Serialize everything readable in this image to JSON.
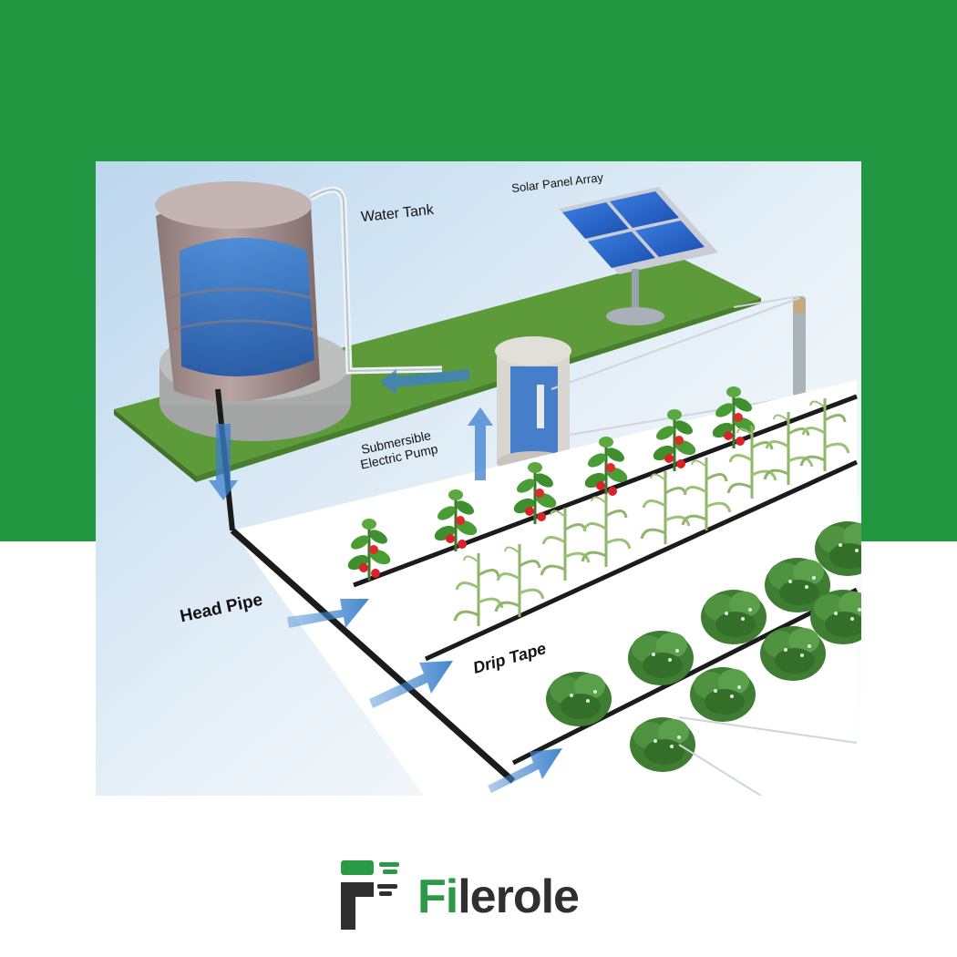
{
  "colors": {
    "brand_green": "#229742",
    "logo_dark": "#2f2f2f",
    "logo_green": "#2a9a46",
    "water_blue": "#2e78c6",
    "grass_green": "#5c9a3a"
  },
  "labels": {
    "water_tank": "Water Tank",
    "solar_panel_array": "Solar Panel Array",
    "pump_line1": "Submersible",
    "pump_line2": "Electric Pump",
    "head_pipe": "Head Pipe",
    "drip_tape": "Drip Tape"
  },
  "brand": {
    "name_part1": "Fi",
    "name_part2": "lerole",
    "logo_icon": "filerole-logo-icon"
  }
}
